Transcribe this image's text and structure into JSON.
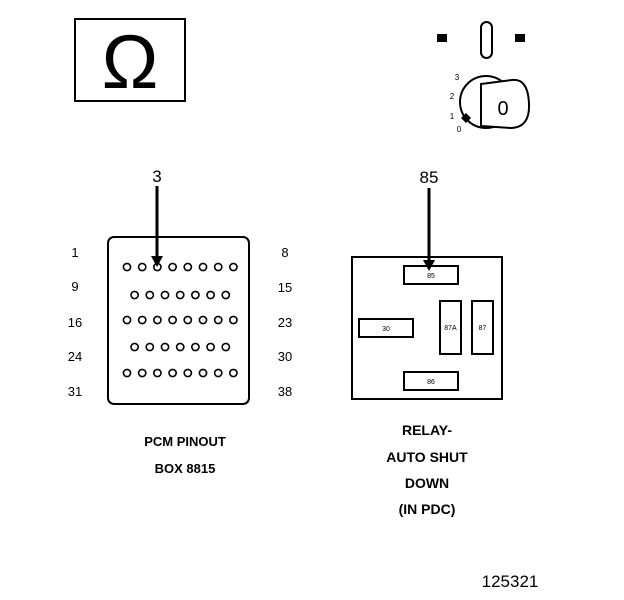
{
  "ohm_symbol": "Ω",
  "ignition": {
    "positions": [
      "3",
      "2",
      "1",
      "0"
    ],
    "key_label": "0"
  },
  "pcm": {
    "probe_pin": "3",
    "row_labels_left": [
      "1",
      "9",
      "16",
      "24",
      "31"
    ],
    "row_labels_right": [
      "8",
      "15",
      "23",
      "30",
      "38"
    ],
    "pin_rows": [
      8,
      7,
      8,
      7,
      8
    ],
    "caption_line1": "PCM PINOUT",
    "caption_line2": "BOX 8815"
  },
  "relay": {
    "probe_terminal": "85",
    "terminals": {
      "t85": "85",
      "t30": "30",
      "t87a": "87A",
      "t87": "87",
      "t86": "86"
    },
    "caption_line1": "RELAY-",
    "caption_line2": "AUTO SHUT",
    "caption_line3": "DOWN",
    "caption_line4": "(IN PDC)"
  },
  "figure_number": "125321"
}
